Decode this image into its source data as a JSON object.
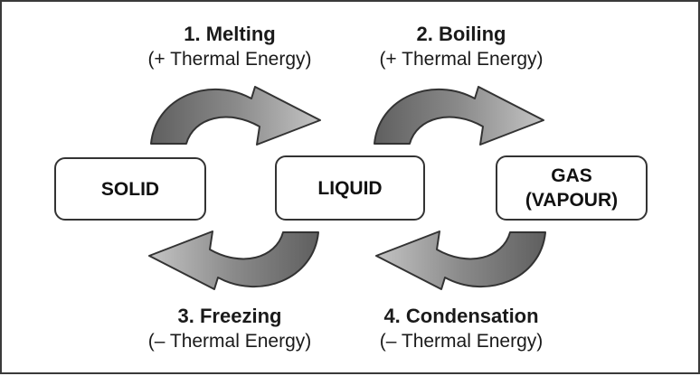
{
  "states": {
    "solid": "SOLID",
    "liquid": "LIQUID",
    "gas_line1": "GAS",
    "gas_line2": "(VAPOUR)"
  },
  "processes": [
    {
      "title": "1.  Melting",
      "energy": "(+ Thermal Energy)"
    },
    {
      "title": "2.  Boiling",
      "energy": "(+ Thermal Energy)"
    },
    {
      "title": "3. Freezing",
      "energy": "(– Thermal Energy)"
    },
    {
      "title": "4. Condensation",
      "energy": "(– Thermal Energy)"
    }
  ],
  "colors": {
    "arrow_dark": "#6e6e6e",
    "arrow_light": "#b2b2b2",
    "outline": "#333333"
  }
}
